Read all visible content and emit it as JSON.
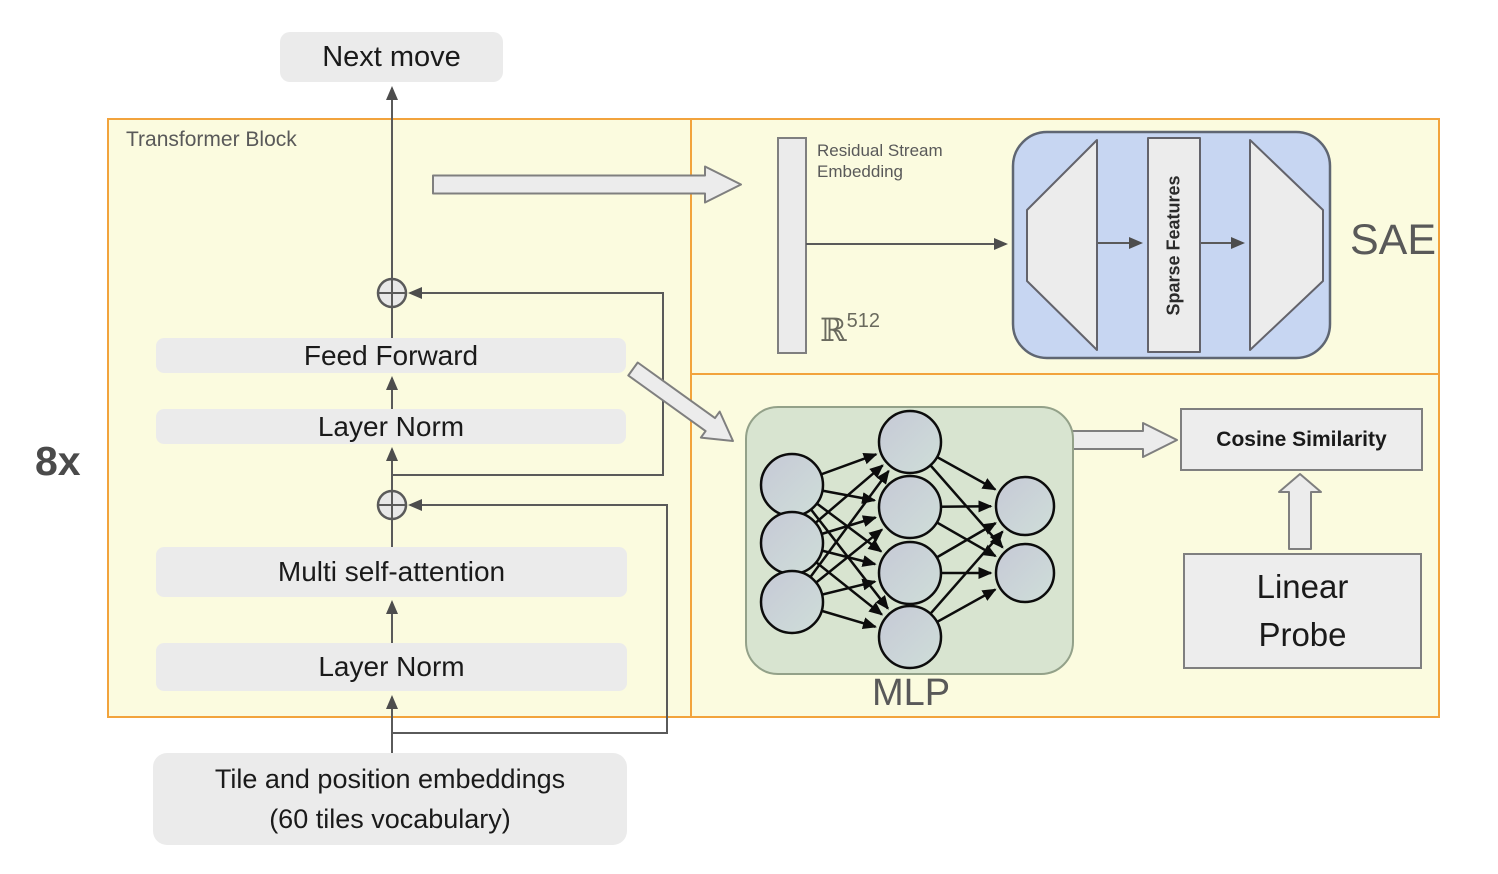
{
  "output": {
    "label": "Next move"
  },
  "repeat_label": "8x",
  "transformer": {
    "title": "Transformer Block",
    "feed_forward": "Feed Forward",
    "layer_norm_top": "Layer Norm",
    "attention": "Multi self-attention",
    "layer_norm_bottom": "Layer Norm"
  },
  "input": {
    "label": "Tile and position embeddings\n(60 tiles vocabulary)"
  },
  "sae_panel": {
    "residual_label": "Residual Stream Embedding",
    "dimension_symbol": "ℝ",
    "dimension_exponent": "512",
    "sparse_features": "Sparse Features",
    "title": "SAE"
  },
  "probe_panel": {
    "mlp_title": "MLP",
    "cosine_similarity": "Cosine Similarity",
    "linear_probe": "Linear\nProbe",
    "mlp_layers": [
      3,
      4,
      2
    ]
  },
  "colors": {
    "panel_fill": "#FBFBDF",
    "panel_border": "#F2A33C",
    "box_fill": "#EBEBEB",
    "box_border": "#7F7F7F",
    "sae_fill": "#C7D6F2",
    "sae_border": "#5F6672",
    "mlp_fill": "#D8E4D0",
    "mlp_border": "#93A189",
    "connector": "#5A5A5A",
    "text_dark": "#1A1A1A",
    "text_gray": "#595959"
  }
}
